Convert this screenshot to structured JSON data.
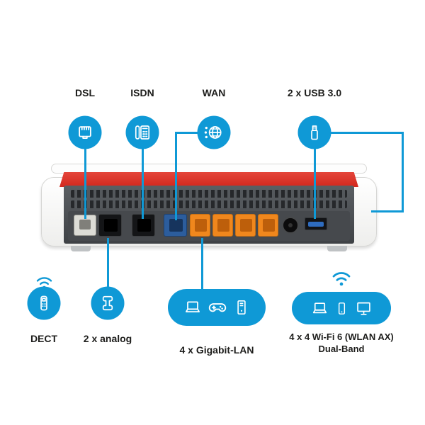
{
  "diagram": {
    "device_name": "router-back-view",
    "colors": {
      "accent": "#0f99d6",
      "stripe_red": "#d2281e",
      "label_text": "#1d1d1b",
      "port_lan_orange": "#f0871d",
      "port_wan_blue": "#2c5d9d",
      "port_usb_blue": "#2e6cc0",
      "port_dsl_gray": "#dcdcd6",
      "port_phone_black": "#141517",
      "panel_dark": "#4b4f54"
    },
    "top_callouts": [
      {
        "label": "DSL",
        "icon": "rj45-jack-icon"
      },
      {
        "label": "ISDN",
        "icon": "desk-phone-icon"
      },
      {
        "label": "WAN",
        "icon": "globe-network-icon"
      },
      {
        "label": "2 x USB 3.0",
        "icon": "usb-stick-icon"
      }
    ],
    "bottom_callouts": [
      {
        "label": "DECT",
        "icon": "cordless-phone-icon",
        "wireless": true
      },
      {
        "label": "2 x analog",
        "icon": "telephone-handset-icon",
        "wireless": false
      },
      {
        "label": "4 x Gigabit-LAN",
        "icons": [
          "laptop-icon",
          "gamepad-icon",
          "computer-tower-icon"
        ],
        "wireless": false
      },
      {
        "label": "4 x 4 Wi-Fi 6 (WLAN AX)",
        "label_line2": "Dual-Band",
        "icons": [
          "laptop-icon",
          "smartphone-icon",
          "monitor-icon"
        ],
        "wireless": true
      }
    ],
    "ports": [
      {
        "name": "dsl-port",
        "color_key": "port_dsl_gray"
      },
      {
        "name": "phone-port-1",
        "color_key": "port_phone_black"
      },
      {
        "name": "phone-port-2",
        "color_key": "port_phone_black"
      },
      {
        "name": "wan-port",
        "color_key": "port_wan_blue"
      },
      {
        "name": "lan-port-1",
        "color_key": "port_lan_orange"
      },
      {
        "name": "lan-port-2",
        "color_key": "port_lan_orange"
      },
      {
        "name": "lan-port-3",
        "color_key": "port_lan_orange"
      },
      {
        "name": "lan-port-4",
        "color_key": "port_lan_orange"
      },
      {
        "name": "power-socket",
        "color_key": "port_phone_black"
      },
      {
        "name": "usb-port",
        "color_key": "port_usb_blue"
      }
    ]
  }
}
